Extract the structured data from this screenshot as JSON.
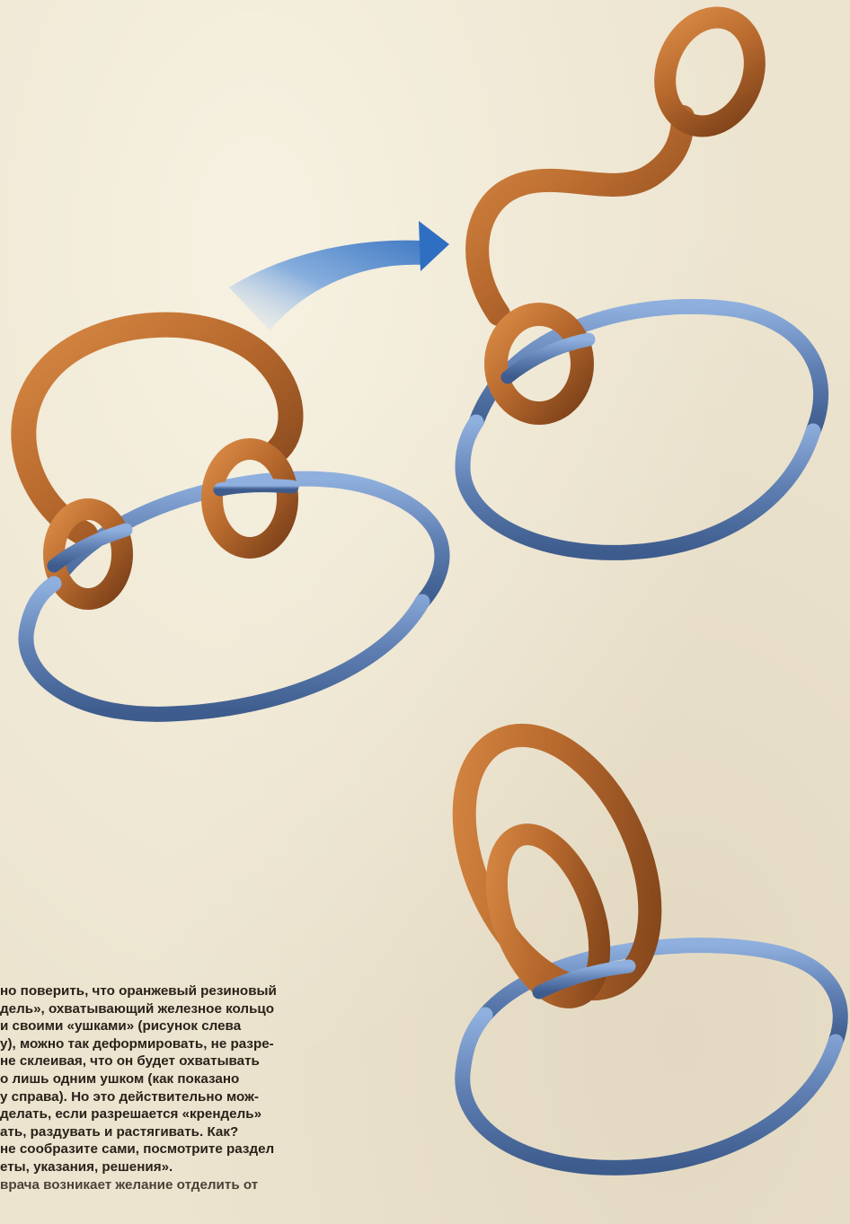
{
  "caption": {
    "lines": [
      "но поверить, что оранжевый резиновый",
      "дель», охватывающий железное кольцо",
      "и своими «ушками» (рисунок слева",
      "у), можно так деформировать, не разре-",
      "не склеивая, что он будет охватывать",
      "о лишь одним ушком (как показано",
      "у справа). Но это действительно мож-",
      "делать, если разрешается «крендель»",
      "ать, раздувать и растягивать. Как?",
      "не сообразите сами, посмотрите раздел",
      "еты, указания, решения».",
      "врача возникает желание отделить от"
    ]
  },
  "figures": {
    "left": "pretzel-two-ears-on-ring",
    "top_right": "pretzel-one-ear-on-ring",
    "bottom_right": "pretzel-knotted-on-ring",
    "arrow": "curved-blue-arrow-icon"
  },
  "colors": {
    "paper": "#ece4cf",
    "rubber_orange": "#b0642a",
    "iron_blue": "#5f7fb3",
    "arrow_blue": "#3f7fc9",
    "text": "#2a211a"
  }
}
